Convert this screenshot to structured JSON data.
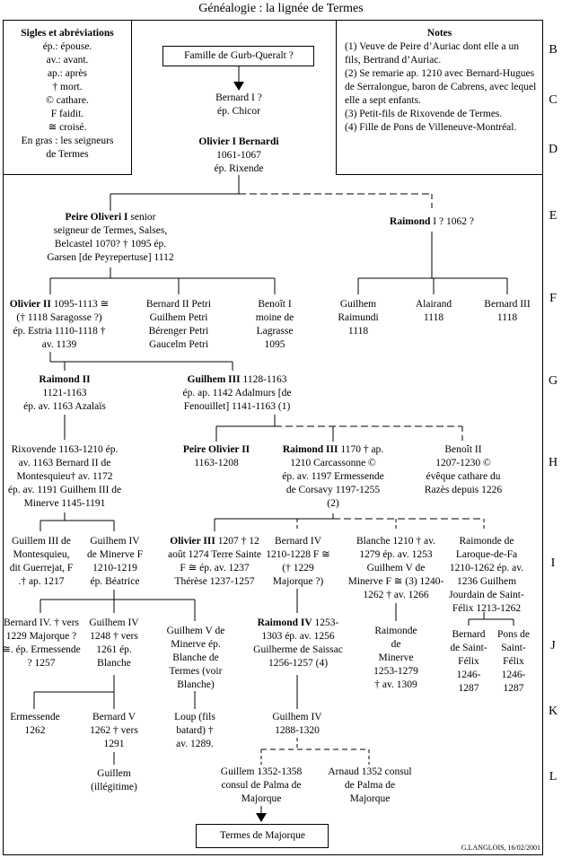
{
  "title": "Généalogie : la lignée de Termes",
  "legend": {
    "heading": "Sigles et abréviations",
    "lines": [
      "ép.: épouse.",
      "av.: avant.",
      "ap.: après",
      "† mort.",
      "© cathare.",
      "F faidit.",
      "≅ croisé.",
      "En gras : les seigneurs",
      "de Termes"
    ]
  },
  "notes": {
    "heading": "Notes",
    "items": [
      "(1) Veuve de Peire d’Auriac dont elle a un fils, Bertrand d’Auriac.",
      "(2) Se remarie ap. 1210 avec Bernard-Hugues de Serralongue, baron de Cabrens, avec lequel elle a sept enfants.",
      "(3) Petit-fils de Rixovende de Termes.",
      "(4) Fille de Pons de Villeneuve-Montréal."
    ]
  },
  "row_letters": [
    "B",
    "C",
    "D",
    "E",
    "F",
    "G",
    "H",
    "I",
    "J",
    "K",
    "L"
  ],
  "top_box": "Famille de Gurb-Queralt ?",
  "bottom_box": "Termes de Majorque",
  "signature": "G.LANGLOIS, 16/02/2001",
  "persons": {
    "bernard1": [
      "Bernard I ?",
      "ép. Chicor"
    ],
    "olivier1": [
      "Olivier I Bernardi",
      "1061-1067",
      "ép. Rixende"
    ],
    "peire": [
      "Peire Oliveri I senior",
      "seigneur de Termes, Salses,",
      "Belcastel 1070? † 1095 ép.",
      "Garsen [de Peyrepertuse] 1112"
    ],
    "raimond1": [
      "Raimond I ? 1062 ?"
    ],
    "olivier2": [
      "Olivier II 1095-1113 ≅",
      "(† 1118 Saragosse ?)",
      "ép. Estria 1110-1118 †",
      "av. 1139"
    ],
    "bernard2": [
      "Bernard II Petri",
      "Guilhem Petri",
      "Bérenger Petri",
      "Gaucelm Petri"
    ],
    "benoit1": [
      "Benoît I",
      "moine de",
      "Lagrasse",
      "1095"
    ],
    "guilhem_r": [
      "Guilhem",
      "Raimundi",
      "1118"
    ],
    "alairand": [
      "Alairand",
      "1118"
    ],
    "bernard3": [
      "Bernard III",
      "1118"
    ],
    "raimond2": [
      "Raimond II",
      "1121-1163",
      "ép. av. 1163 Azalaïs"
    ],
    "guilhem3": [
      "Guilhem III 1128-1163",
      "ép. ap. 1142 Adalmurs [de",
      "Fenouillet] 1141-1163 (1)"
    ],
    "rixovende": [
      "Rixovende 1163-1210 ép.",
      "av. 1163 Bernard II de",
      "Montesquieu† av. 1172",
      "ép. av. 1191 Guilhem III de",
      "Minerve 1145-1191"
    ],
    "peire_olivier2": [
      "Peire Olivier II",
      "1163-1208"
    ],
    "raimond3": [
      "Raimond III 1170 † ap.",
      "1210 Carcassonne ©",
      "ép. av. 1197 Ermessende",
      "de Corsavy 1197-1255",
      "(2)"
    ],
    "benoit2": [
      "Benoît II",
      "1207-1230 ©",
      "évêque cathare du",
      "Razès depuis 1226"
    ],
    "guillem3m": [
      "Guillem III de",
      "Montesquieu,",
      "dit Guerrejat, F",
      ".† ap. 1217"
    ],
    "guilhem4m": [
      "Guilhem IV",
      "de Minerve F",
      "1210-1219",
      "ép. Béatrice"
    ],
    "olivier3": [
      "Olivier III 1207 † 12",
      "août 1274 Terre Sainte",
      "F ≅ ép. av. 1237",
      "Thérèse 1237-1257"
    ],
    "bernard4": [
      "Bernard IV",
      "1210-1228 F ≅",
      "(† 1229",
      "Majorque ?)"
    ],
    "blanche": [
      "Blanche 1210 † av.",
      "1279 ép. av. 1253",
      "Guilhem V de",
      "Minerve F ≅ (3) 1240-",
      "1262 † av. 1266"
    ],
    "raimonde_l": [
      "Raimonde de",
      "Laroque-de-Fa",
      "1210-1262 ép. av.",
      "1236 Guilhem",
      "Jourdain de Saint-",
      "Félix 1213-1262"
    ],
    "bernard4b": [
      "Bernard IV. † vers",
      "1229 Majorque ?",
      "≅. ép. Ermessende",
      "? 1257"
    ],
    "guilhem4b": [
      "Guilhem IV",
      "1248 † vers",
      "1261 ép.",
      "Blanche"
    ],
    "guilhem5": [
      "Guilhem V de",
      "Minerve ép.",
      "Blanche de",
      "Termes (voir",
      "Blanche)"
    ],
    "raimond4": [
      "Raimond IV 1253-",
      "1303 ép. av. 1256",
      "Guilherme de Saissac",
      "1256-1257 (4)"
    ],
    "raimonde_m": [
      "Raimonde",
      "de",
      "Minerve",
      "1253-1279",
      "† av. 1309"
    ],
    "bernard_sf": [
      "Bernard",
      "de Saint-",
      "Félix",
      "1246-",
      "1287"
    ],
    "pons_sf": [
      "Pons de",
      "Saint-",
      "Félix",
      "1246-",
      "1287"
    ],
    "ermessende": [
      "Ermessende",
      "1262"
    ],
    "bernard5": [
      "Bernard V",
      "1262 † vers",
      "1291"
    ],
    "loup": [
      "Loup (fils",
      "batard) †",
      "av. 1289."
    ],
    "guilhem4t": [
      "Guilhem IV",
      "1288-1320"
    ],
    "guillem_ill": [
      "Guillem",
      "(illégitime)"
    ],
    "guillem1352": [
      "Guillem 1352-1358",
      "consul de Palma de",
      "Majorque"
    ],
    "arnaud": [
      "Arnaud 1352 consul",
      "de Palma de",
      "Majorque"
    ]
  }
}
